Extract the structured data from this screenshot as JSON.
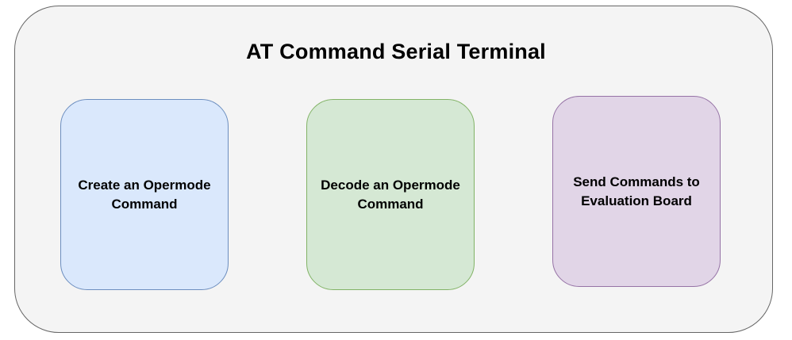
{
  "diagram": {
    "title": "AT Command Serial Terminal",
    "container": {
      "fill": "#f4f4f4",
      "stroke": "#666666"
    },
    "boxes": [
      {
        "id": "create",
        "label": "Create an Opermode Command",
        "fill": "#dae8fc",
        "stroke": "#6c8ebf"
      },
      {
        "id": "decode",
        "label": "Decode an Opermode Command",
        "fill": "#d5e8d4",
        "stroke": "#82b366"
      },
      {
        "id": "send",
        "label": "Send Commands to Evaluation Board",
        "fill": "#e1d5e7",
        "stroke": "#9673a6"
      }
    ]
  }
}
